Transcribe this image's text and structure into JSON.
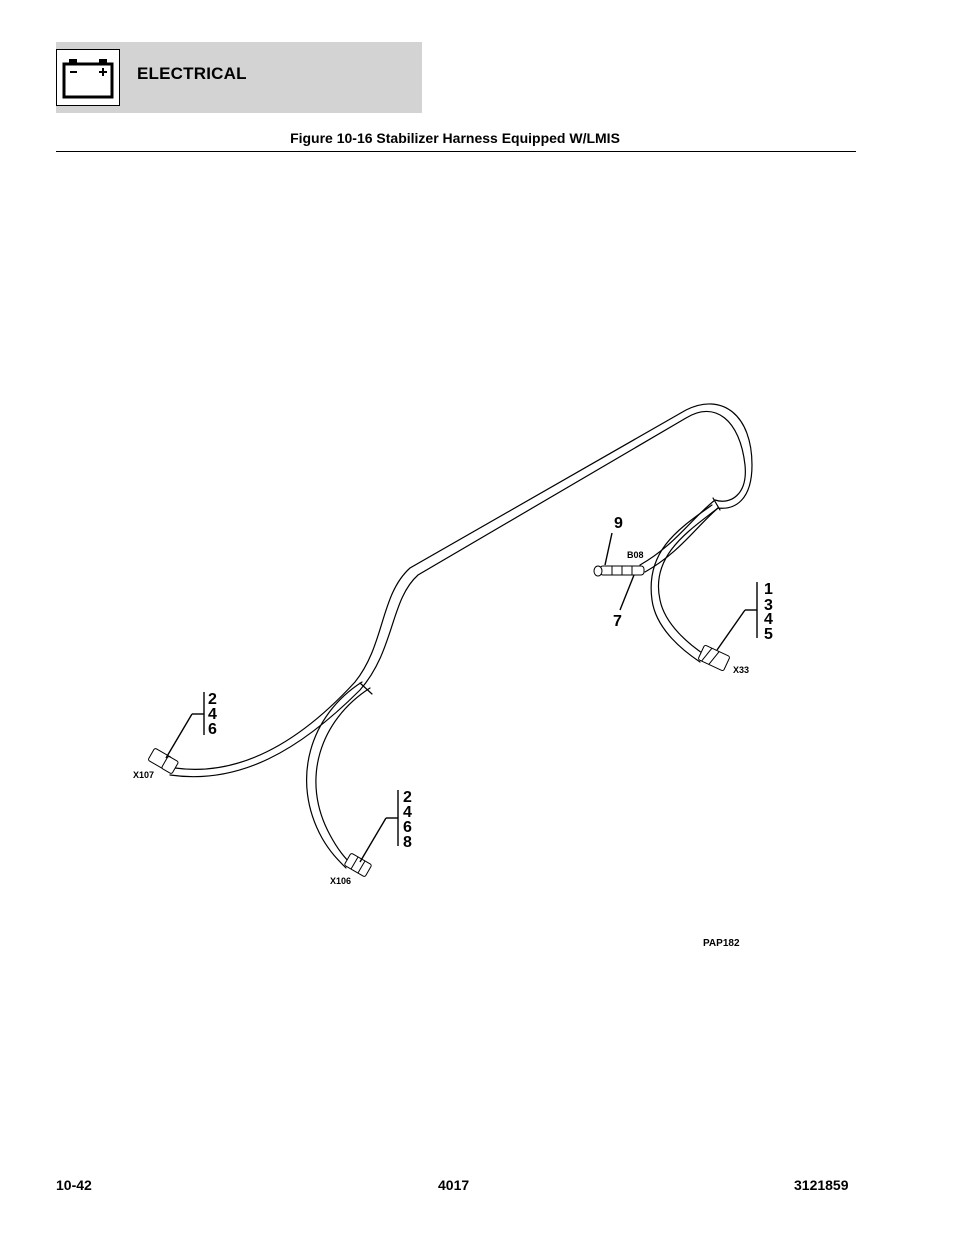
{
  "header": {
    "section_title": "ELECTRICAL",
    "icon": "battery-icon",
    "background_color": "#d3d3d3"
  },
  "figure": {
    "title": "Figure 10-16 Stabilizer Harness Equipped W/LMIS",
    "code": "PAP182",
    "callouts": {
      "sensor_top": "9",
      "sensor_bottom": "7",
      "x33_group": [
        "1",
        "3",
        "4",
        "5"
      ],
      "x107_group": [
        "2",
        "4",
        "6"
      ],
      "x106_group": [
        "2",
        "4",
        "6",
        "8"
      ]
    },
    "connectors": {
      "b08": "B08",
      "x33": "X33",
      "x107": "X107",
      "x106": "X106"
    }
  },
  "footer": {
    "page_number": "10-42",
    "model": "4017",
    "manual_number": "3121859"
  }
}
